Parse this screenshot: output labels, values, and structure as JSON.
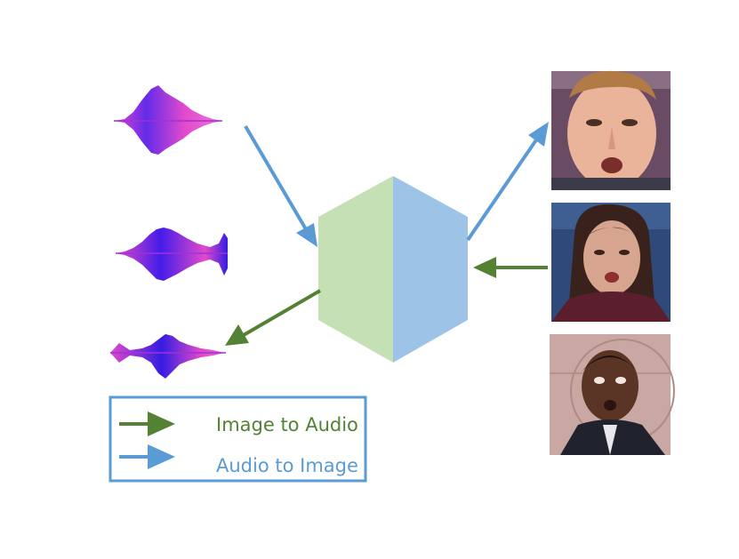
{
  "legend": {
    "image_to_audio": "Image to Audio",
    "audio_to_image": "Audio to Image"
  },
  "colors": {
    "green_arrow": "#548235",
    "blue_arrow": "#5B9BD5",
    "hex_left": "#C5E0B4",
    "hex_right": "#9DC3E6",
    "legend_border": "#5B9BD5",
    "waveform_blue": "#2A10E0",
    "waveform_magenta": "#E040C8"
  },
  "waveforms": [
    {
      "name": "waveform-top"
    },
    {
      "name": "waveform-middle"
    },
    {
      "name": "waveform-bottom"
    }
  ],
  "faces": [
    {
      "name": "face-man-top",
      "skin": "#E9B49A",
      "hair": "#B27A45",
      "bg": "#6A4B64",
      "clothing": "#3A3A48"
    },
    {
      "name": "face-woman-middle",
      "skin": "#D6A48F",
      "hair": "#3A221C",
      "bg": "#2F4A7A",
      "clothing": "#5A1E2C"
    },
    {
      "name": "face-man-bottom",
      "skin": "#5A3424",
      "hair": "#1C120E",
      "bg": "#C9A7A2",
      "clothing": "#20232E"
    }
  ]
}
